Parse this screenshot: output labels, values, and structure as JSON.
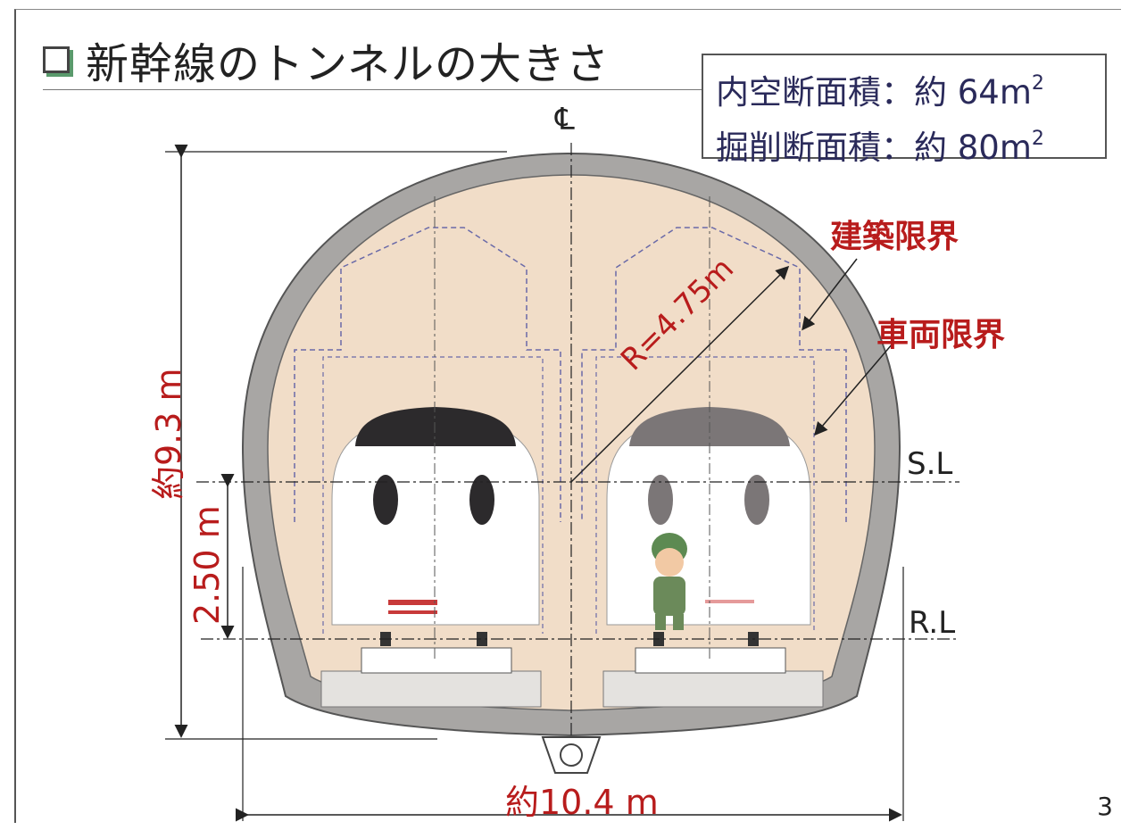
{
  "title": "新幹線のトンネルの大きさ",
  "areas": {
    "inner_label": "内空断面積：約 64m",
    "inner_exp": "2",
    "excavation_label": "掘削断面積：約 80m",
    "excavation_exp": "2"
  },
  "diagram": {
    "centerline_label": "℄",
    "radius_label": "R=4.75m",
    "construction_gauge_label": "建築限界",
    "vehicle_gauge_label": "車両限界",
    "sl_label": "S.L",
    "rl_label": "R.L",
    "height_label": "約9.3 m",
    "rail_height_label": "2.50 m",
    "width_label": "約10.4 m"
  },
  "colors": {
    "label_red": "#b81c1c",
    "lining_gray": "#a8a6a4",
    "interior_beige": "#f1ddc8",
    "gauge_dash": "#6a6aa8",
    "accent_green": "#5a9a6c"
  },
  "page_number": "3"
}
